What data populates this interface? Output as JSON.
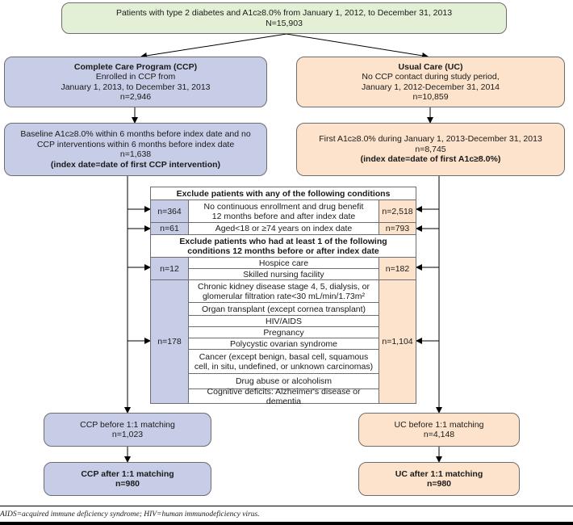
{
  "top": {
    "line1": "Patients with type 2 diabetes and A1c≥8.0% from January 1, 2012, to December 31, 2013",
    "line2": "N=15,903"
  },
  "ccp": {
    "title": "Complete Care Program (CCP)",
    "line1": "Enrolled in CCP from",
    "line2": "January 1, 2013, to December 31, 2013",
    "n": "n=2,946"
  },
  "uc": {
    "title": "Usual Care (UC)",
    "line1": "No CCP contact during study period,",
    "line2": "January 1, 2012-December 31, 2014",
    "n": "n=10,859"
  },
  "ccp_baseline": {
    "line1": "Baseline A1c≥8.0% within 6 months before index date and no",
    "line2": "CCP interventions within 6 months before index date",
    "n": "n=1,638",
    "note": "(index date=date of first CCP intervention)"
  },
  "uc_first": {
    "line1": "First A1c≥8.0% during January 1, 2013-December 31, 2013",
    "n": "n=8,745",
    "note": "(index date=date of first A1c≥8.0%)"
  },
  "exclusion": {
    "header1": "Exclude patients with any of the following conditions",
    "c1_line1": "No continuous enrollment and drug benefit",
    "c1_line2": "12 months before and after index date",
    "c1_left": "n=364",
    "c1_right": "n=2,518",
    "c2": "Aged<18 or ≥74 years on index date",
    "c2_left": "n=61",
    "c2_right": "n=793",
    "header2_line1": "Exclude patients who had at least 1 of the following",
    "header2_line2": "conditions 12 months before or after index date",
    "g1": [
      "Hospice care",
      "Skilled nursing facility"
    ],
    "g1_left": "n=12",
    "g1_right": "n=182",
    "g2_ckd_line1": "Chronic kidney disease stage 4, 5, dialysis, or",
    "g2_ckd_line2": "glomerular filtration rate<30 mL/min/1.73m²",
    "g2": [
      "Organ transplant (except cornea transplant)",
      "HIV/AIDS",
      "Pregnancy",
      "Polycystic ovarian syndrome"
    ],
    "g2_cancer_line1": "Cancer (except benign, basal cell, squamous",
    "g2_cancer_line2": "cell, in situ, undefined, or unknown carcinomas)",
    "g2_drug": "Drug abuse or alcoholism",
    "g2_cog": "Cognitive deficits: Alzheimer's disease or dementia",
    "g2_left": "n=178",
    "g2_right": "n=1,104"
  },
  "ccp_before": {
    "line1": "CCP before 1:1 matching",
    "n": "n=1,023"
  },
  "uc_before": {
    "line1": "UC before 1:1 matching",
    "n": "n=4,148"
  },
  "ccp_after": {
    "line1": "CCP after 1:1 matching",
    "n": "n=980"
  },
  "uc_after": {
    "line1": "UC after 1:1 matching",
    "n": "n=980"
  },
  "footnote": "AIDS=acquired immune deficiency syndrome; HIV=human immunodeficiency virus.",
  "colors": {
    "green": "#e3f0d6",
    "blue": "#c7cde6",
    "peach": "#fde3cb",
    "border": "#6d6e71"
  }
}
